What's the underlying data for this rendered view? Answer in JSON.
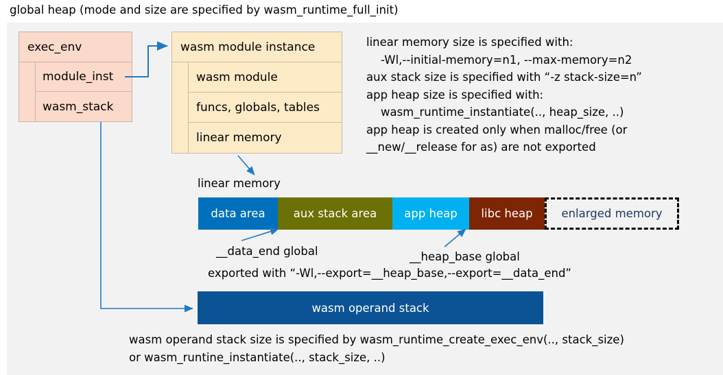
{
  "title": "global heap (mode and size are specified by wasm_runtime_full_init)",
  "exec_env": {
    "header": "exec_env",
    "fields": [
      "module_inst",
      "wasm_stack"
    ],
    "fill": "#fbd9cb"
  },
  "wasm_module_instance": {
    "header": "wasm module instance",
    "fields": [
      "wasm module",
      "funcs, globals, tables",
      "linear memory"
    ],
    "fill": "#fdeac7"
  },
  "notes": "linear memory size is specified with:\n    -Wl,--initial-memory=n1, --max-memory=n2\naux stack size is specified with “-z stack-size=n”\napp heap size is specified with:\n    wasm_runtime_instantiate(.., heap_size, ..)\napp heap is created only when malloc/free (or\n__new/__release for as) are not exported",
  "linear_memory": {
    "label": "linear memory",
    "segments": [
      {
        "label": "data area",
        "color": "#0070bd",
        "text_color": "#ffffff",
        "width": 116,
        "style": "solid"
      },
      {
        "label": "aux stack area",
        "color": "#6b7104",
        "text_color": "#ffffff",
        "width": 167,
        "style": "solid"
      },
      {
        "label": "app heap",
        "color": "#00b0f0",
        "text_color": "#ffffff",
        "width": 112,
        "style": "solid"
      },
      {
        "label": "libc heap",
        "color": "#7d2505",
        "text_color": "#ffffff",
        "width": 110,
        "style": "solid"
      },
      {
        "label": "enlarged memory",
        "color": "#f2f2f2",
        "text_color": "#1f3864",
        "width": 196,
        "style": "dashed"
      }
    ],
    "annotations": {
      "data_end": "__data_end global",
      "heap_base": "__heap_base global",
      "exported": "exported with “-Wl,--export=__heap_base,--export=__data_end”"
    }
  },
  "operand_stack": {
    "label": "wasm operand stack",
    "color": "#0b5394",
    "notes": "wasm operand stack size is specified by wasm_runtime_create_exec_env(.., stack_size)\nor wasm_runtine_instantiate(.., stack_size, ..)"
  },
  "connector_color": "#1f7ac4",
  "panel_color": "#f2f2f2"
}
